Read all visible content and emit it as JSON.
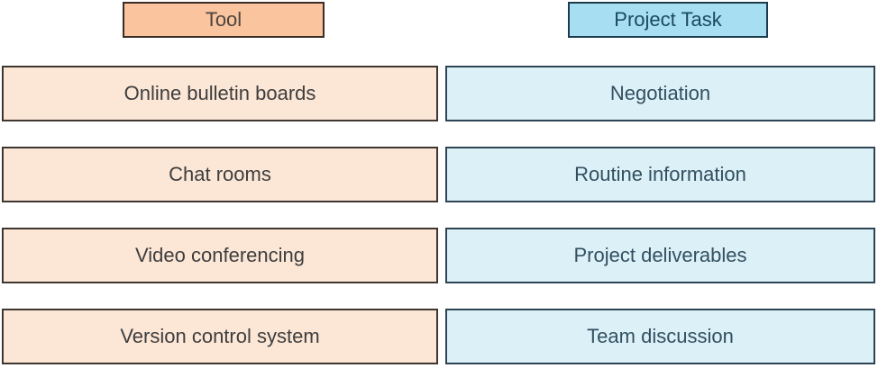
{
  "board": {
    "background": "#ffffff"
  },
  "columns": [
    {
      "header": {
        "label": "Tool",
        "fill": "#f9c49e",
        "border": "#3a2e26",
        "text_color": "#4d4440"
      },
      "item_style": {
        "fill": "#fce6d6",
        "border": "#3e362f",
        "text_color": "#3e3e3e"
      },
      "items": [
        {
          "label": "Online bulletin boards"
        },
        {
          "label": "Chat rooms"
        },
        {
          "label": "Video conferencing"
        },
        {
          "label": "Version control system"
        }
      ]
    },
    {
      "header": {
        "label": "Project Task",
        "fill": "#a7def1",
        "border": "#1c3c4e",
        "text_color": "#1b4a63"
      },
      "item_style": {
        "fill": "#dcf0f8",
        "border": "#2d4553",
        "text_color": "#32505f"
      },
      "items": [
        {
          "label": "Negotiation"
        },
        {
          "label": "Routine information"
        },
        {
          "label": "Project deliverables"
        },
        {
          "label": "Team discussion"
        }
      ]
    }
  ]
}
